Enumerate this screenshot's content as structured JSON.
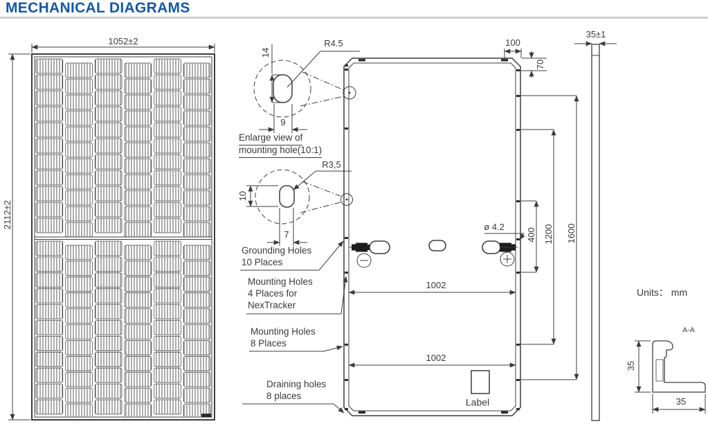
{
  "title": "MECHANICAL DIAGRAMS",
  "units_note": "Units： mm",
  "front_view": {
    "width_dim": "1052±2",
    "height_dim": "2112±2",
    "columns": 6,
    "rows_per_half": 11
  },
  "enlarge_views": {
    "top": {
      "radius": "R4.5",
      "slot_height": "14",
      "slot_width": "9",
      "caption_line1": "Enlarge view of",
      "caption_line2": "mounting hole(10:1)"
    },
    "bottom": {
      "radius": "R3,5",
      "slot_height": "10",
      "slot_width": "7"
    }
  },
  "callouts": {
    "grounding_holes": {
      "line1": "Grounding Holes",
      "line2": "10 Places"
    },
    "mounting_holes_nextracker": {
      "line1": "Mounting Holes",
      "line2": "4 Places for",
      "line3": "NexTracker"
    },
    "mounting_holes_8": {
      "line1": "Mounting Holes",
      "line2": "8 Places"
    },
    "draining_holes": {
      "line1": "Draining holes",
      "line2": "8 places"
    }
  },
  "back_view": {
    "dim_hole_to_corner": "100",
    "dim_corner_to_hole": "70",
    "hole_diameter": "ø 4.2",
    "dim_width_upper": "1002",
    "dim_width_lower": "1002",
    "dim_400": "400",
    "dim_1200": "1200",
    "dim_1600": "1600",
    "label_box_text": "Label",
    "negative_terminal_icon": "minus-in-circle",
    "positive_terminal_icon": "plus-in-circle"
  },
  "side_view": {
    "thickness_dim": "35±1"
  },
  "section_aa": {
    "name": "A-A",
    "height_dim": "35",
    "width_dim": "35"
  },
  "colors": {
    "accent_blue": "#1358a7",
    "line_color": "#3c3c3c",
    "divider_gray": "#cfcfcf"
  }
}
